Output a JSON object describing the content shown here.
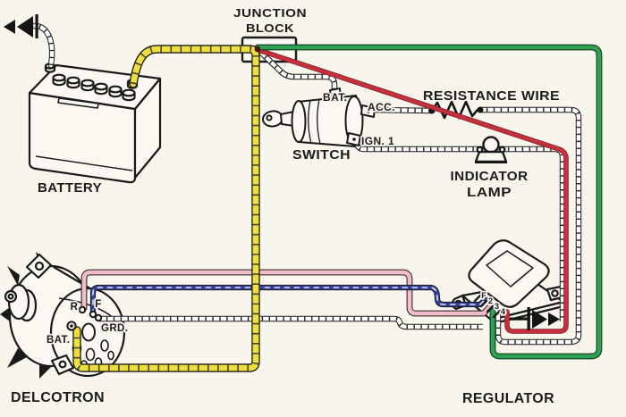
{
  "diagram_title": "Delcotron charging system wiring diagram",
  "labels": {
    "junction_line1": "JUNCTION",
    "junction_line2": "BLOCK",
    "battery": "BATTERY",
    "switch": "SWITCH",
    "switch_bat": "BAT.",
    "switch_acc": "ACC.",
    "switch_ign": "IGN. 1",
    "resistance_wire": "RESISTANCE WIRE",
    "indicator_line1": "INDICATOR",
    "indicator_line2": "LAMP",
    "regulator": "REGULATOR",
    "delcotron": "DELCOTRON",
    "alt_r": "R",
    "alt_f": "F",
    "alt_bat": "BAT.",
    "alt_grd": "GRD.",
    "reg_f": "F",
    "reg_2": "2",
    "reg_3": "3",
    "reg_4": "4"
  },
  "colors": {
    "background": "#f8f5ec",
    "line_black": "#1a1a1a",
    "wire_yellow": "#efdf3c",
    "wire_green": "#2fa153",
    "wire_red": "#c5303c",
    "wire_pink": "#f3bccb",
    "wire_blue": "#32409b",
    "wire_white": "#ffffff"
  },
  "components": [
    {
      "name": "battery",
      "grounded": true
    },
    {
      "name": "junction-block"
    },
    {
      "name": "ignition-switch",
      "terminals": [
        "BAT.",
        "ACC.",
        "IGN. 1"
      ]
    },
    {
      "name": "resistance-wire"
    },
    {
      "name": "indicator-lamp"
    },
    {
      "name": "regulator",
      "terminals": [
        "F",
        "2",
        "3",
        "4"
      ],
      "grounded": true
    },
    {
      "name": "delcotron-alternator",
      "terminals": [
        "R",
        "F",
        "BAT.",
        "GRD."
      ]
    }
  ],
  "wires": [
    {
      "color": "yellow",
      "from": "battery",
      "to": "junction-block"
    },
    {
      "color": "yellow",
      "from": "junction-block",
      "to": "delcotron BAT. terminal"
    },
    {
      "color": "green",
      "from": "junction-block",
      "to": "regulator terminal 3"
    },
    {
      "color": "red",
      "from": "junction-block",
      "to": "regulator terminal 4"
    },
    {
      "color": "white-harness",
      "from": "junction-block",
      "to": "switch BAT. terminal"
    },
    {
      "color": "white-harness",
      "from": "switch ACC. terminal",
      "to": "regulator terminal 4",
      "via": "resistance wire"
    },
    {
      "color": "white-harness",
      "from": "switch IGN. 1 terminal",
      "to": "regulator terminal 4",
      "via": "indicator lamp"
    },
    {
      "color": "white-harness",
      "from": "delcotron GRD. terminal",
      "to": "regulator base"
    },
    {
      "color": "pink",
      "from": "delcotron R terminal",
      "to": "regulator terminal 2"
    },
    {
      "color": "blue",
      "from": "delcotron F terminal",
      "to": "regulator terminal F"
    },
    {
      "color": "white-harness",
      "from": "battery ground strap",
      "to": "chassis ground"
    }
  ]
}
